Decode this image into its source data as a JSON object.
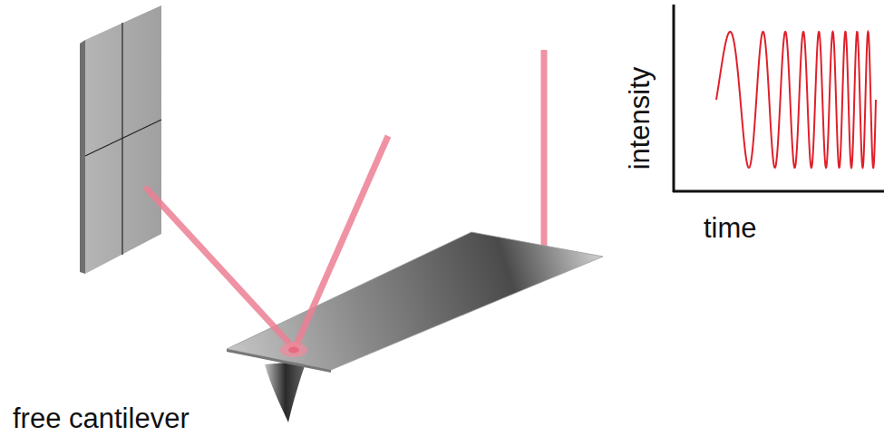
{
  "diagram": {
    "labels": [
      "free cantilever",
      "intensity",
      "time"
    ]
  }
}
